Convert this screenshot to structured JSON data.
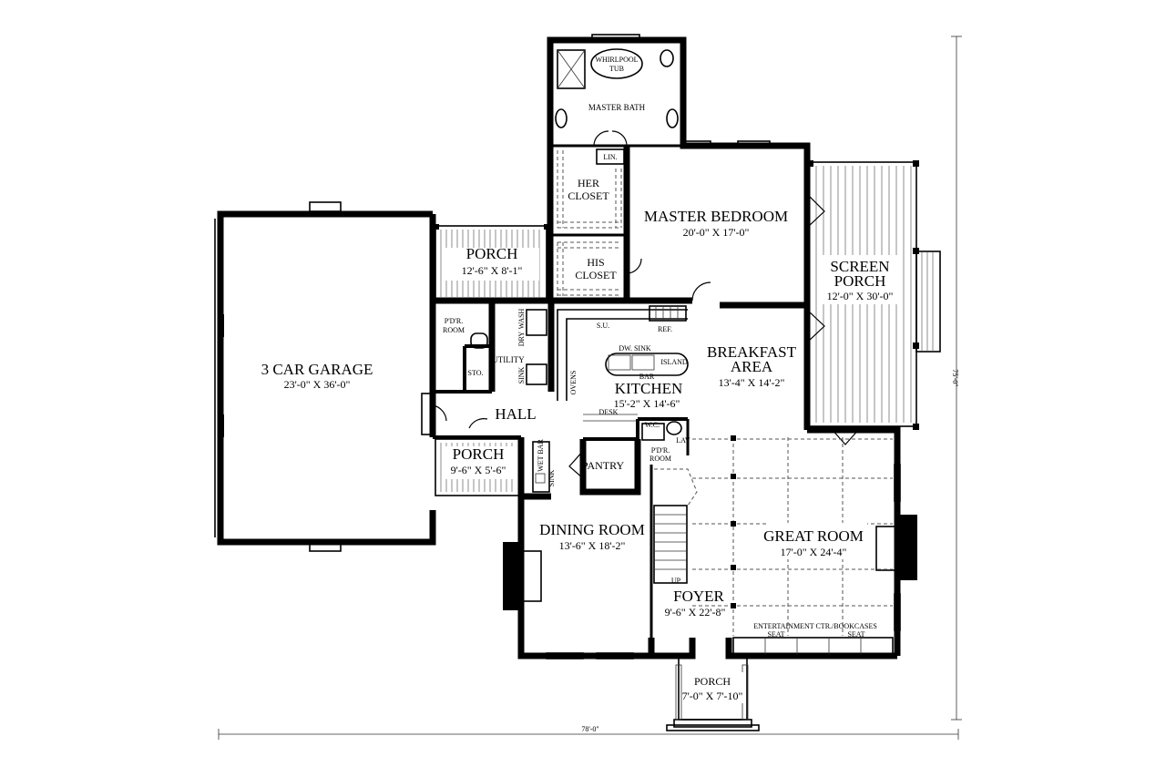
{
  "rooms": {
    "garage": {
      "name": "3 CAR GARAGE",
      "dim": "23'-0\" X 36'-0\""
    },
    "porch_back": {
      "name": "PORCH",
      "dim": "12'-6\" X 8'-1\""
    },
    "porch_side": {
      "name": "PORCH",
      "dim": "9'-6\" X 5'-6\""
    },
    "porch_front": {
      "name": "PORCH",
      "dim": "7'-0\" X 7'-10\""
    },
    "master_bedroom": {
      "name": "MASTER BEDROOM",
      "dim": "20'-0\" X 17'-0\""
    },
    "screen_porch": {
      "name1": "SCREEN",
      "name2": "PORCH",
      "dim": "12'-0\" X 30'-0\""
    },
    "breakfast": {
      "name1": "BREAKFAST",
      "name2": "AREA",
      "dim": "13'-4\" X 14'-2\""
    },
    "kitchen": {
      "name": "KITCHEN",
      "dim": "15'-2\" X 14'-6\""
    },
    "dining": {
      "name": "DINING ROOM",
      "dim": "13'-6\" X 18'-2\""
    },
    "great_room": {
      "name": "GREAT ROOM",
      "dim": "17'-0\" X 24'-4\""
    },
    "foyer": {
      "name": "FOYER",
      "dim": "9'-6\" X 22'-8\""
    },
    "hall": {
      "name": "HALL"
    },
    "master_bath": {
      "name": "MASTER BATH"
    },
    "whirlpool": {
      "line1": "WHIRLPOOL",
      "line2": "TUB"
    },
    "her_closet": {
      "line1": "HER",
      "line2": "CLOSET"
    },
    "his_closet": {
      "line1": "HIS",
      "line2": "CLOSET"
    },
    "lin": {
      "name": "LIN."
    },
    "pdr_room_left": {
      "line1": "P'D'R.",
      "line2": "ROOM"
    },
    "pdr_room_right": {
      "line1": "P'D'R.",
      "line2": "ROOM"
    },
    "sto": {
      "name": "STO."
    },
    "utility": {
      "name": "UTILITY"
    },
    "pantry": {
      "name": "PANTRY"
    }
  },
  "labels": {
    "dry": "DRY",
    "wash": "WASH",
    "sink_utility": "SINK",
    "su": "S.U.",
    "ref": "REF.",
    "dw_sink": "DW. SINK",
    "island": "ISLAND",
    "bar": "BAR",
    "ovens": "OVENS",
    "desk": "DESK",
    "wc": "W.C.",
    "lav": "LAV",
    "wet_bar": "WET BAR",
    "sink_bar": "SINK",
    "up": "UP",
    "entertainment": "ENTERTAINMENT CTR./BOOKCASES",
    "seat_left": "SEAT",
    "seat_right": "SEAT"
  },
  "overall_dims": {
    "width": "78'-0\"",
    "depth": "75'-0\""
  }
}
